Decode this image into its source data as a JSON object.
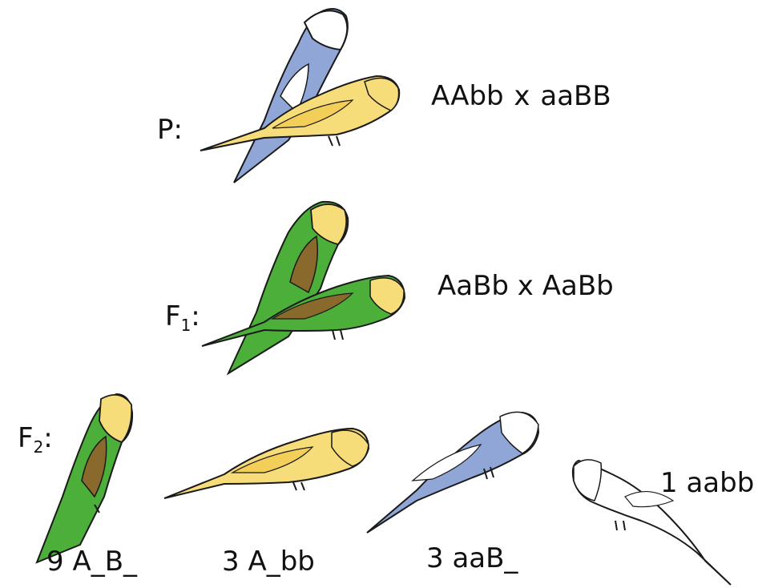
{
  "generations": [
    {
      "letter": "P",
      "sub": "",
      "suffix": ":"
    },
    {
      "letter": "F",
      "sub": "1",
      "suffix": ":"
    },
    {
      "letter": "F",
      "sub": "2",
      "suffix": ":"
    }
  ],
  "crosses": {
    "parental": "AAbb x  aaBB",
    "f1": "AaBb x AaBb"
  },
  "f2_phenotypes": [
    {
      "label": "9 A_B_",
      "color_name": "green"
    },
    {
      "label": "3 A_bb",
      "color_name": "yellow"
    },
    {
      "label": "3 aaB_",
      "color_name": "blue"
    },
    {
      "label": "1 aabb",
      "color_name": "white"
    }
  ],
  "colors": {
    "green": "#4caf3a",
    "yellow": "#f7dc7a",
    "blue": "#8fa6d6",
    "white": "#ffffff",
    "wing_brown": "#8a6a2c",
    "outline": "#1a1a1a",
    "beak": "#e8c14a"
  }
}
